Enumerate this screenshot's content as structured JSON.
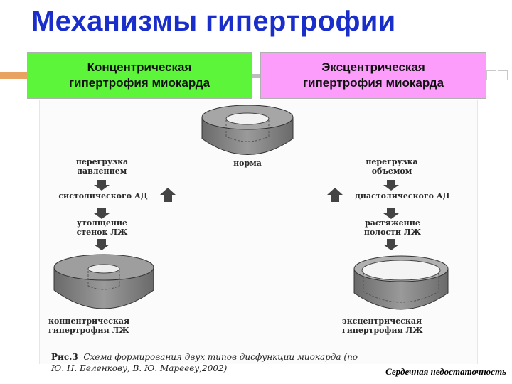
{
  "slide": {
    "title": "Механизмы гипертрофии",
    "left_box": "Концентрическая\nгипертрофия миокарда",
    "right_box": "Эксцентрическая\nгипертрофия миокарда",
    "footer": "Сердечная недостаточность",
    "colors": {
      "title": "#1a2ecc",
      "left_box": "#5df53a",
      "right_box": "#fc9dfc",
      "accent_bar": "#e8a262"
    }
  },
  "diagram": {
    "center_label": "норма",
    "left_flow": [
      "перегрузка\nдавлением",
      "систолического АД",
      "утолщение\nстенок ЛЖ"
    ],
    "left_result": "концентрическая\nгипертрофия ЛЖ",
    "right_flow": [
      "перегрузка\nобъемом",
      "диастолического АД",
      "растяжение\nполости ЛЖ"
    ],
    "right_result": "эксцентрическая\nгипертрофия ЛЖ",
    "caption_prefix": "Рис.3",
    "caption_text": "Схема формирования двух типов дисфункции миокарда (по\nЮ. Н. Беленкову, В. Ю. Марееву,2002)",
    "icons": [
      "down-arrow-icon",
      "up-arrow-icon"
    ]
  }
}
